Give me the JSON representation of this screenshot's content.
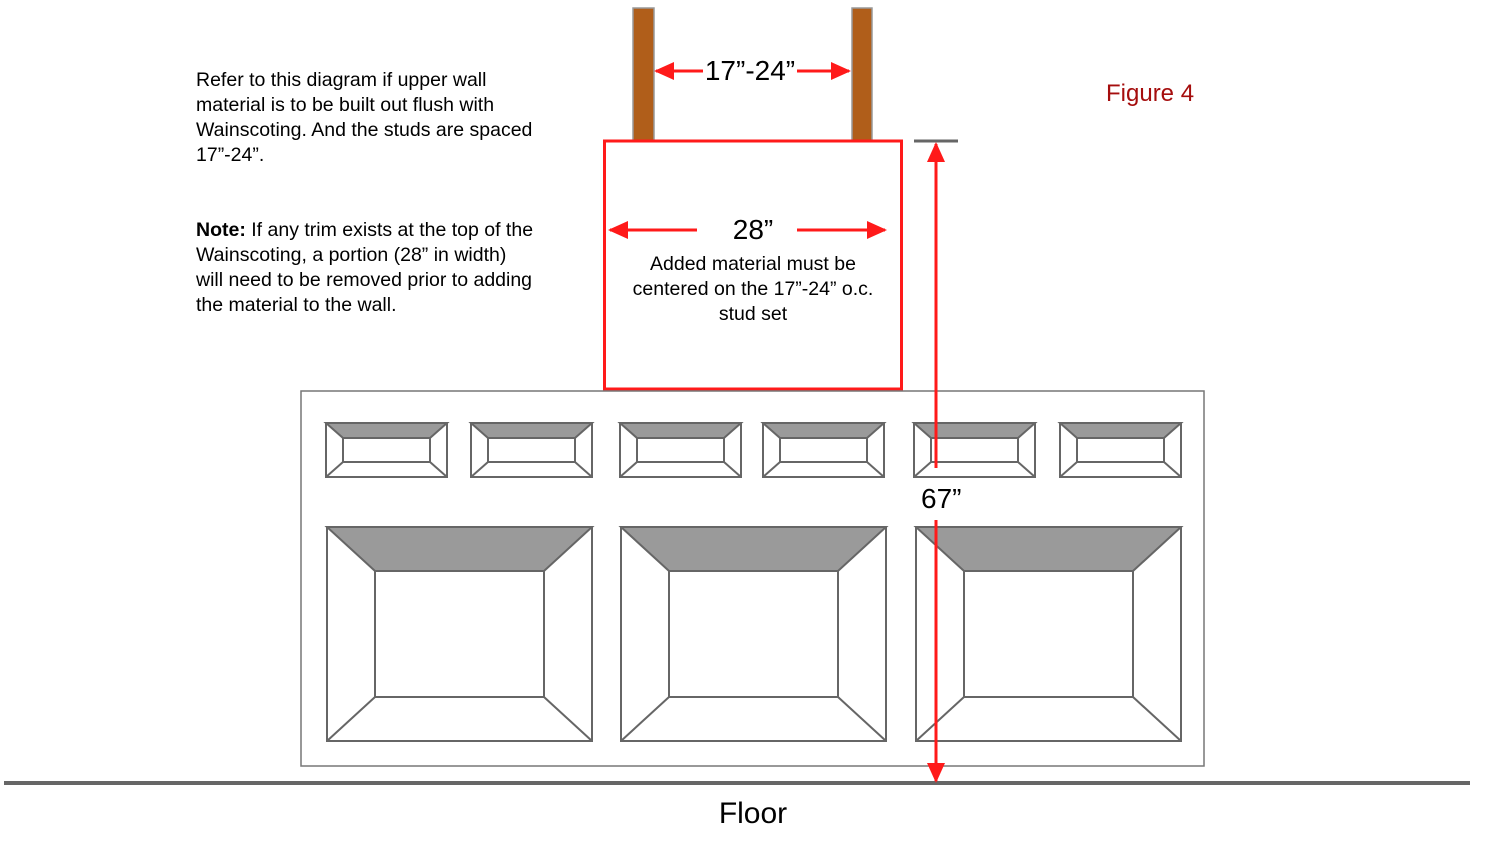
{
  "figure_label": "Figure 4",
  "intro_text": "Refer to this diagram if upper wall material is to be built out flush with Wainscoting. And the studs are spaced 17”-24”.",
  "note": {
    "label": "Note:",
    "text": " If any trim exists at the top of the Wainscoting, a portion (28” in width) will need to be removed prior to adding the material to the wall."
  },
  "dimensions": {
    "stud_spacing": "17”-24”",
    "material_width": "28”",
    "height": "67”"
  },
  "material_caption": "Added material must be centered on the 17”-24” o.c. stud set",
  "floor_label": "Floor",
  "colors": {
    "accent": "#ff1a1a",
    "stud": "#b05e1a",
    "panel_shade": "#9a9a9a",
    "figure_label": "#a50d0d"
  }
}
